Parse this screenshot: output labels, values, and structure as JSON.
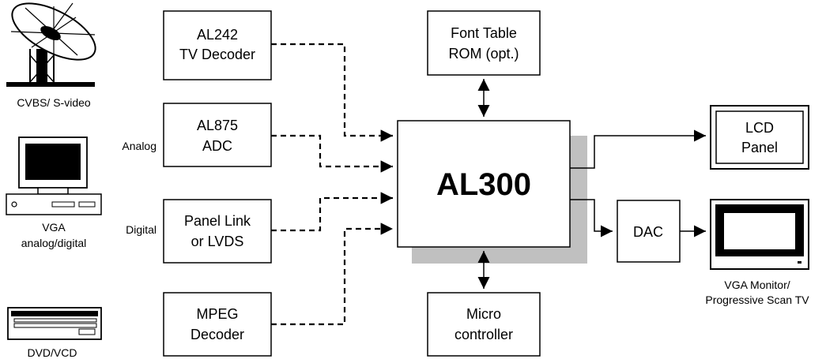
{
  "sources": {
    "satellite_caption": "CVBS/ S-video",
    "vga_caption_line1": "VGA",
    "vga_caption_line2": "analog/digital",
    "dvd_caption": "DVD/VCD"
  },
  "side_labels": {
    "analog": "Analog",
    "digital": "Digital"
  },
  "blocks": {
    "tv_decoder": [
      "AL242",
      "TV Decoder"
    ],
    "adc": [
      "AL875",
      "ADC"
    ],
    "panel_link": [
      "Panel Link",
      "or LVDS"
    ],
    "mpeg": [
      "MPEG",
      "Decoder"
    ],
    "font_rom": [
      "Font Table",
      "ROM (opt.)"
    ],
    "core": "AL300",
    "micro": [
      "Micro",
      "controller"
    ],
    "lcd": [
      "LCD",
      "Panel"
    ],
    "dac": "DAC"
  },
  "outputs": {
    "monitor_caption_line1": "VGA Monitor/",
    "monitor_caption_line2": "Progressive Scan TV"
  },
  "colors": {
    "shadow": "#c0c0c0",
    "screen": "#000000",
    "stroke": "#000000"
  }
}
